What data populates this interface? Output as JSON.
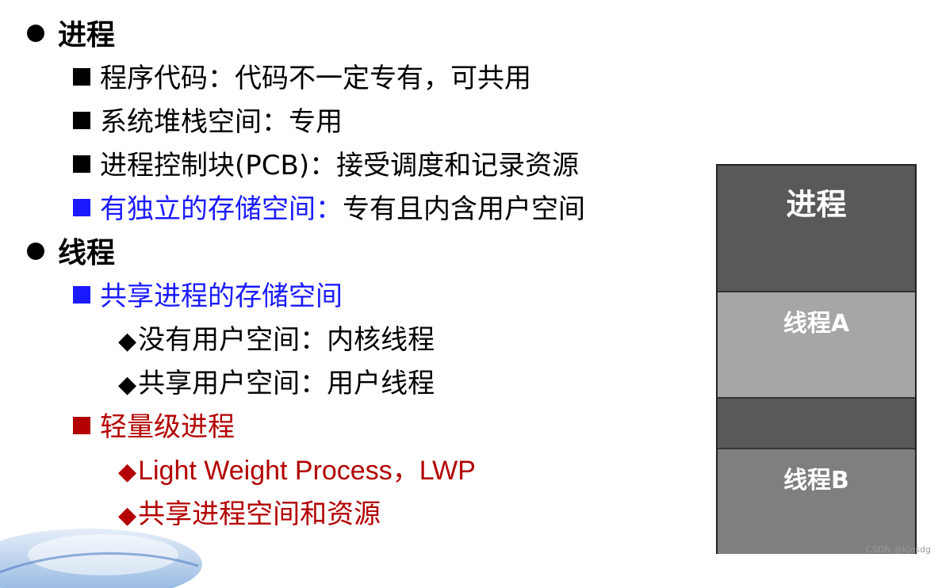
{
  "colors": {
    "black": "#000000",
    "blue": "#1a1aff",
    "red": "#b30000"
  },
  "outline": [
    {
      "level": 1,
      "bullet": "dot",
      "color": "black",
      "text": "进程"
    },
    {
      "level": 2,
      "bullet": "square",
      "color": "black",
      "text": "程序代码：代码不一定专有，可共用"
    },
    {
      "level": 2,
      "bullet": "square",
      "color": "black",
      "text": "系统堆栈空间：专用"
    },
    {
      "level": 2,
      "bullet": "square",
      "color": "black",
      "text": "进程控制块(PCB)：接受调度和记录资源"
    },
    {
      "level": 2,
      "bullet": "square",
      "color": "blue",
      "text": "有独立的存储空间：",
      "suffix": "专有且内含用户空间"
    },
    {
      "level": 1,
      "bullet": "dot",
      "color": "black",
      "text": "线程"
    },
    {
      "level": 2,
      "bullet": "square",
      "color": "blue",
      "text": "共享进程的存储空间"
    },
    {
      "level": 3,
      "bullet": "diamond",
      "color": "black",
      "text": "没有用户空间：内核线程"
    },
    {
      "level": 3,
      "bullet": "diamond",
      "color": "black",
      "text": "共享用户空间：用户线程"
    },
    {
      "level": 2,
      "bullet": "square",
      "color": "red",
      "text": "轻量级进程"
    },
    {
      "level": 3,
      "bullet": "diamond",
      "color": "red",
      "text": "Light Weight Process，LWP"
    },
    {
      "level": 3,
      "bullet": "diamond",
      "color": "red",
      "text": "共享进程空间和资源"
    }
  ],
  "diagram": {
    "process_label": "进程",
    "thread_a_label": "线程A",
    "thread_b_label": "线程B"
  },
  "watermark": "CSDN @kjnsdg"
}
